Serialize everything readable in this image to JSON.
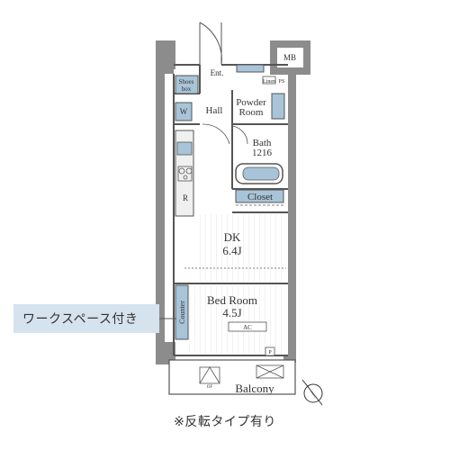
{
  "rooms": {
    "mb": "MB",
    "ent": "Ent.",
    "shoes_box": [
      "Shoes",
      "box"
    ],
    "linen": "Linen",
    "ps": "PS",
    "powder_room": [
      "Powder",
      "Room"
    ],
    "w": "W",
    "hall": "Hall",
    "bath": [
      "Bath",
      "1216"
    ],
    "closet": "Closet",
    "r": "R",
    "dk": [
      "DK",
      "6.4J"
    ],
    "bed_room": [
      "Bed Room",
      "4.5J"
    ],
    "ac": "AC",
    "counter": "Counter",
    "p": "P",
    "balcony": "Balcony",
    "of": "OF"
  },
  "callout": "ワークスペース付き",
  "note": "※反転タイプ有り",
  "colors": {
    "wall": "#8c8c8c",
    "fixture_blue": "#a8c4d8",
    "callout_bg": "#d4e3ee",
    "line": "#555555"
  }
}
